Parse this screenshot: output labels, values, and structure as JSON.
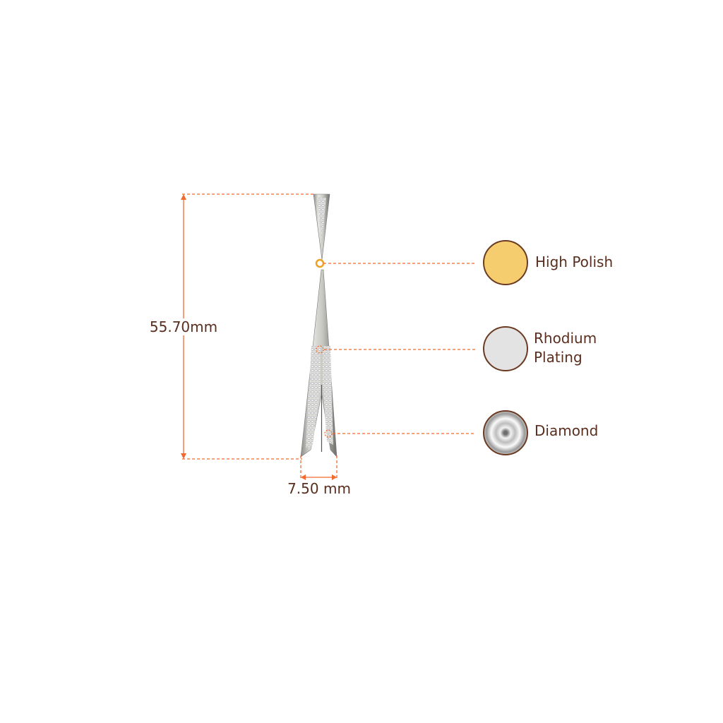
{
  "dimensions": {
    "height_label": "55.70mm",
    "width_label": "7.50 mm"
  },
  "materials": [
    {
      "label": "High Polish",
      "swatch_color": "#f5cd6e",
      "icon": "gold-swatch-icon"
    },
    {
      "label": "Rhodium Plating",
      "label_line1": "Rhodium",
      "label_line2": "Plating",
      "swatch_color": "#e3e3e3",
      "icon": "rhodium-swatch-icon"
    },
    {
      "label": "Diamond",
      "swatch_color": "#d8d8d8",
      "icon": "diamond-swatch-icon"
    }
  ],
  "colors": {
    "accent": "#f26a2e",
    "text": "#5a2e1e",
    "border": "#6b3a22"
  }
}
